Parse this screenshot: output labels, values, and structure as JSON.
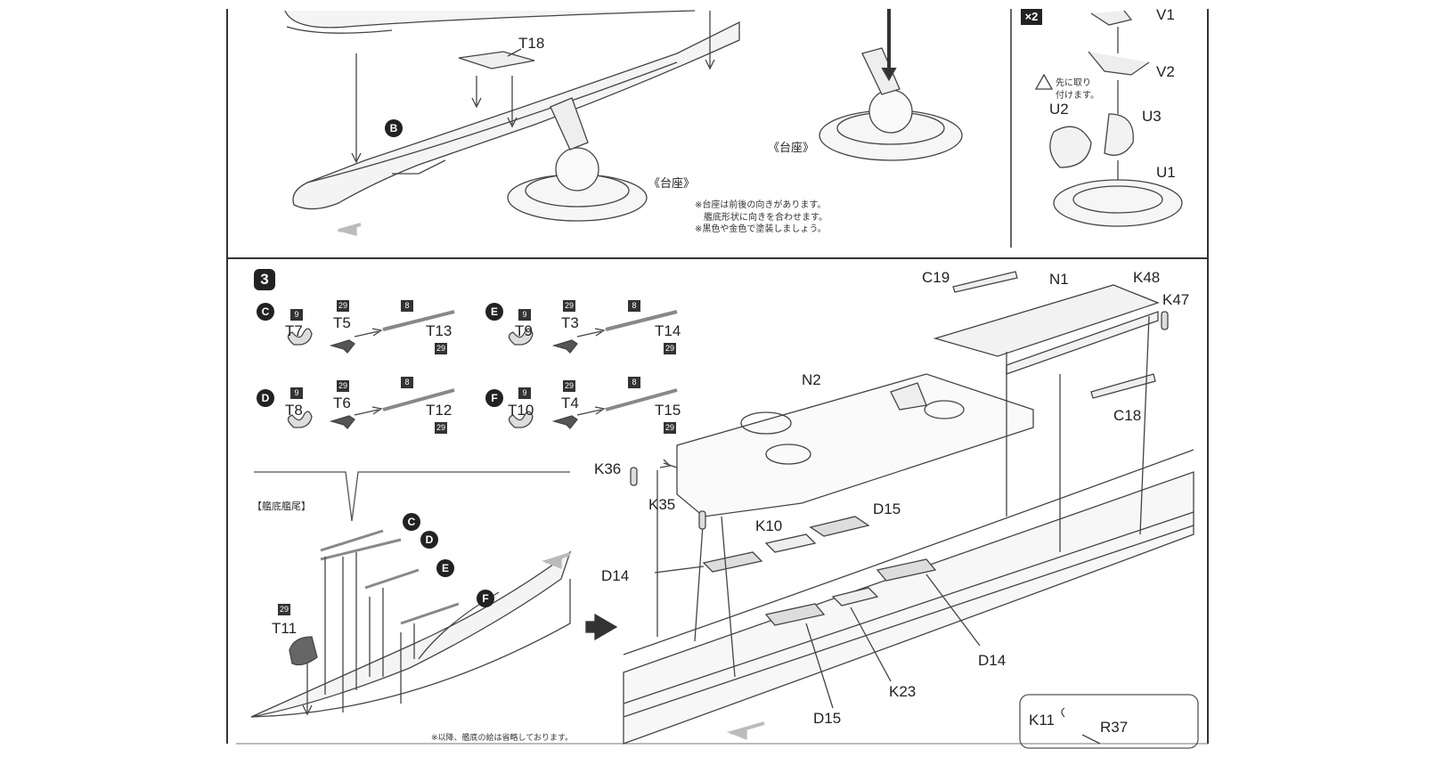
{
  "top_section": {
    "left_panel": {
      "part_labels": [
        "T18"
      ],
      "marker": "B",
      "stand_labels": [
        "《台座》",
        "《台座》"
      ],
      "note_lines": [
        "※台座は前後の向きがあります。",
        "艦底形状に向きを合わせます。",
        "※黒色や金色で塗装しましょう。"
      ]
    },
    "right_panel": {
      "multiplier": "×2",
      "warning_text": [
        "先に取り",
        "付けます。"
      ],
      "part_labels": [
        "V1",
        "V2",
        "U2",
        "U3",
        "U1"
      ]
    }
  },
  "step3": {
    "step_number": "3",
    "propeller_groups": [
      {
        "marker": "C",
        "prop": "T7",
        "prop_num": "9",
        "shaft": "T5",
        "shaft_num": "29",
        "rod": "T13",
        "rod_num": "8",
        "rod_num2": "29"
      },
      {
        "marker": "D",
        "prop": "T8",
        "prop_num": "9",
        "shaft": "T6",
        "shaft_num": "29",
        "rod": "T12",
        "rod_num": "8",
        "rod_num2": "29"
      },
      {
        "marker": "E",
        "prop": "T9",
        "prop_num": "9",
        "shaft": "T3",
        "shaft_num": "29",
        "rod": "T14",
        "rod_num": "8",
        "rod_num2": "29"
      },
      {
        "marker": "F",
        "prop": "T10",
        "prop_num": "9",
        "shaft": "T4",
        "shaft_num": "29",
        "rod": "T15",
        "rod_num": "8",
        "rod_num2": "29"
      }
    ],
    "stern_title": "【艦底艦尾】",
    "stern_markers": [
      "C",
      "D",
      "E",
      "F"
    ],
    "rudder_label": "T11",
    "rudder_num": "29",
    "stern_note": "※以降、艦底の絵は省略しております。",
    "deck_labels": {
      "c19": "C19",
      "n1": "N1",
      "k48": "K48",
      "k47": "K47",
      "n2": "N2",
      "c18": "C18",
      "k36": "K36",
      "k35": "K35",
      "k10": "K10",
      "d15_top": "D15",
      "d14_left": "D14",
      "d14_right": "D14",
      "k23": "K23",
      "d15_bottom": "D15",
      "k11": "K11",
      "r37": "R37"
    }
  }
}
